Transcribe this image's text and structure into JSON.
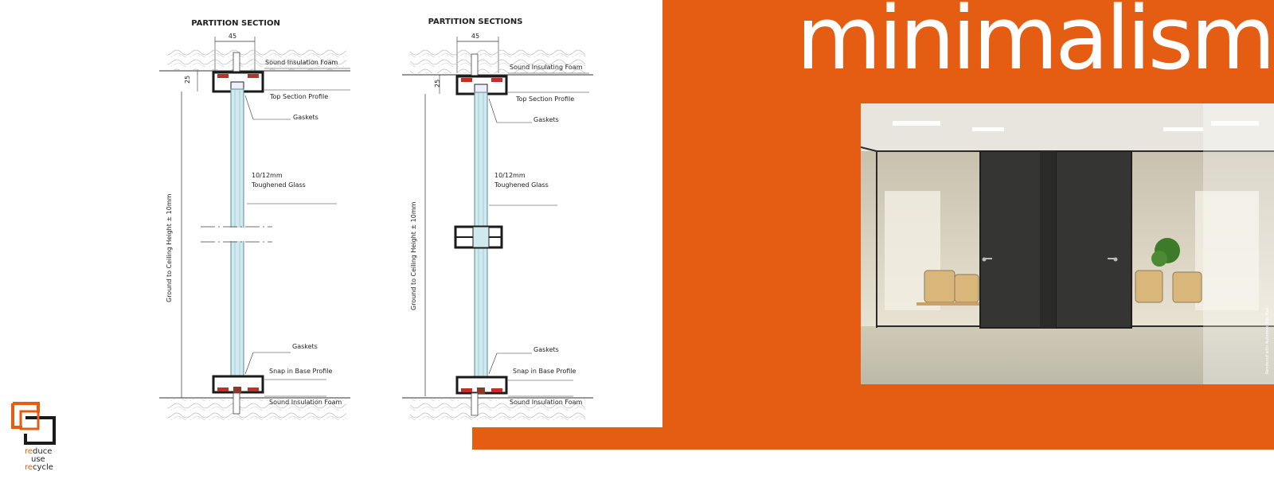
{
  "headline": "minimalism",
  "drawing_left": {
    "title": "PARTITION SECTION",
    "dim_width": "45",
    "dim_top": "25",
    "labels": {
      "foam_top": "Sound Insulation Foam",
      "top_profile": "Top Section Profile",
      "gaskets_top": "Gaskets",
      "glass_1": "10/12mm",
      "glass_2": "Toughened Glass",
      "gaskets_bottom": "Gaskets",
      "base_profile": "Snap in Base Profile",
      "foam_bottom": "Sound Insulation Foam"
    },
    "height_label": "Ground to Ceiling Height ± 10mm"
  },
  "drawing_right": {
    "title": "PARTITION SECTIONS",
    "dim_width": "45",
    "dim_top": "25",
    "labels": {
      "foam_top": "Sound Insulating Foam",
      "top_profile": "Top Section Profile",
      "gaskets_top": "Gaskets",
      "glass_1": "10/12mm",
      "glass_2": "Toughened Glass",
      "gaskets_bottom": "Gaskets",
      "base_profile": "Snap in Base Profile",
      "foam_bottom": "Sound Insulation Foam"
    },
    "height_label": "Ground to Ceiling Height ± 10mm"
  },
  "photo_credit": "Rendered with Autodesk 3ds Max",
  "logo": {
    "line1_accent": "re",
    "line1_rest": "duce",
    "line2": "use",
    "line3_accent": "re",
    "line3_rest": "cycle"
  },
  "colors": {
    "accent": "#e55d13",
    "gasket": "#c0302a",
    "profile": "#1a1a1a",
    "glass": "#cfe9ee"
  }
}
